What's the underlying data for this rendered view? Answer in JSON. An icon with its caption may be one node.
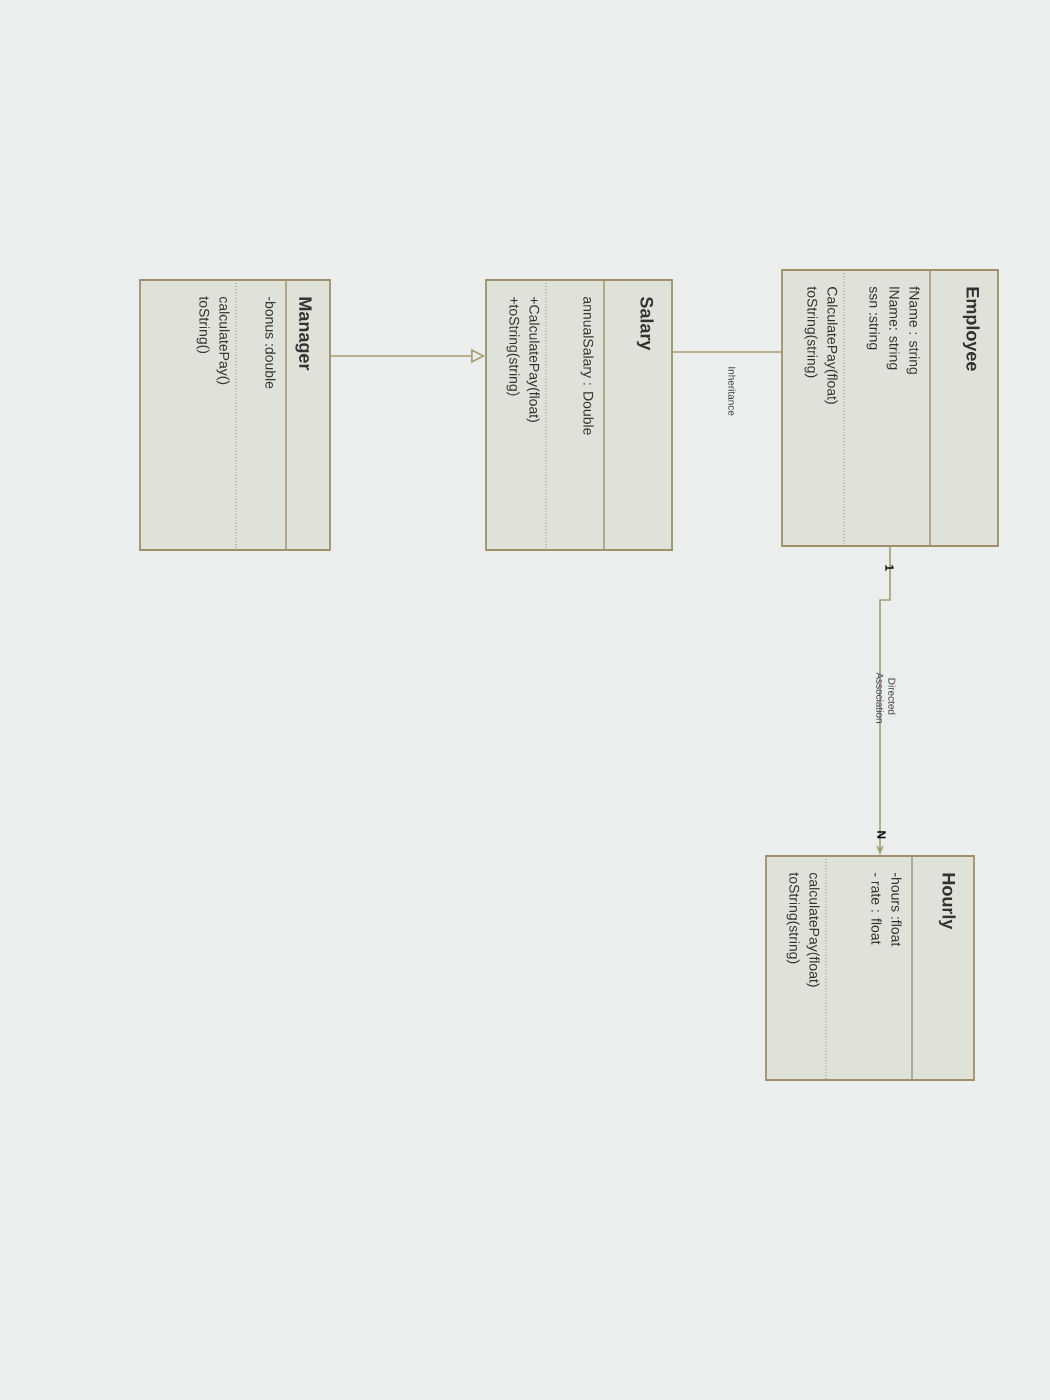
{
  "diagram": {
    "nodes": [
      {
        "text": [
          "Employee",
          "fName : string",
          "lName: string",
          "ssn :string",
          "CalculatePay(float)",
          "toString(string)"
        ]
      },
      {
        "text": [
          "Salary",
          "annualSalary : Double",
          "+CalculatePay(float)",
          "+toString(string)"
        ]
      },
      {
        "text": [
          "Manager",
          "-bonus :double",
          "calculatePay()",
          "toString()"
        ]
      },
      {
        "text": [
          "Hourly",
          "-hours :float",
          "- rate : float",
          "calculatePay(float)",
          "toString(string)"
        ]
      }
    ],
    "edges": [
      {
        "from": 1,
        "to": 0,
        "arrow": "none",
        "label": "Inheritance"
      },
      {
        "from": 2,
        "to": 1,
        "arrow": "to"
      },
      {
        "from": 0,
        "to": 3,
        "arrow": "to",
        "label": "Directed Association"
      }
    ],
    "labels": [
      "1",
      "N"
    ]
  }
}
